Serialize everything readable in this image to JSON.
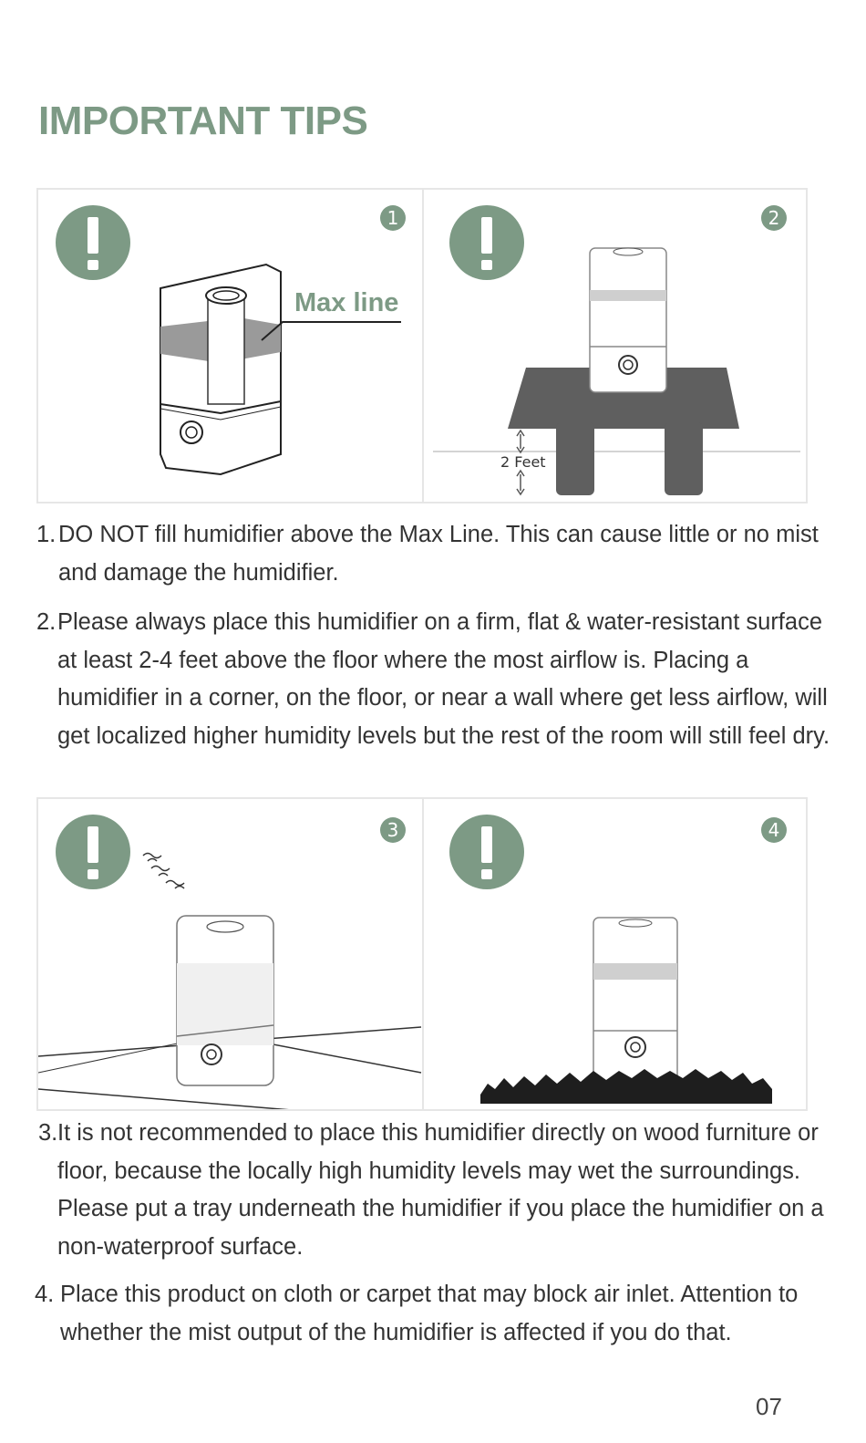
{
  "title": "IMPORTANT TIPS",
  "panels": [
    {
      "number": "1",
      "label": "Max line"
    },
    {
      "number": "2",
      "label": "2 Feet"
    },
    {
      "number": "3"
    },
    {
      "number": "4"
    }
  ],
  "tips": [
    {
      "number": "1.",
      "text": "DO NOT fill humidifier above the Max Line. This can cause little or no mist and damage the humidifier."
    },
    {
      "number": "2.",
      "text": "Please always place this humidifier on a firm, flat & water-resistant surface at least 2-4 feet above the floor where the most airflow is. Placing a humidifier in a corner, on the floor, or near a wall where get less airflow, will get localized higher humidity levels but the rest of the room will still feel dry."
    },
    {
      "number": "3.",
      "text": "It is not recommended to place this humidifier directly on wood furniture or floor, because the locally high humidity levels may wet the surroundings. Please put a tray underneath the humidifier if you place the humidifier on a non-waterproof  surface."
    },
    {
      "number": "4.",
      "text": "Place this product on cloth or carpet that may block air inlet. Attention to whether the mist output of the humidifier is affected if you do that."
    }
  ],
  "page_number": "07",
  "colors": {
    "accent": "#7d9a85",
    "table": "#5f5f5f"
  }
}
